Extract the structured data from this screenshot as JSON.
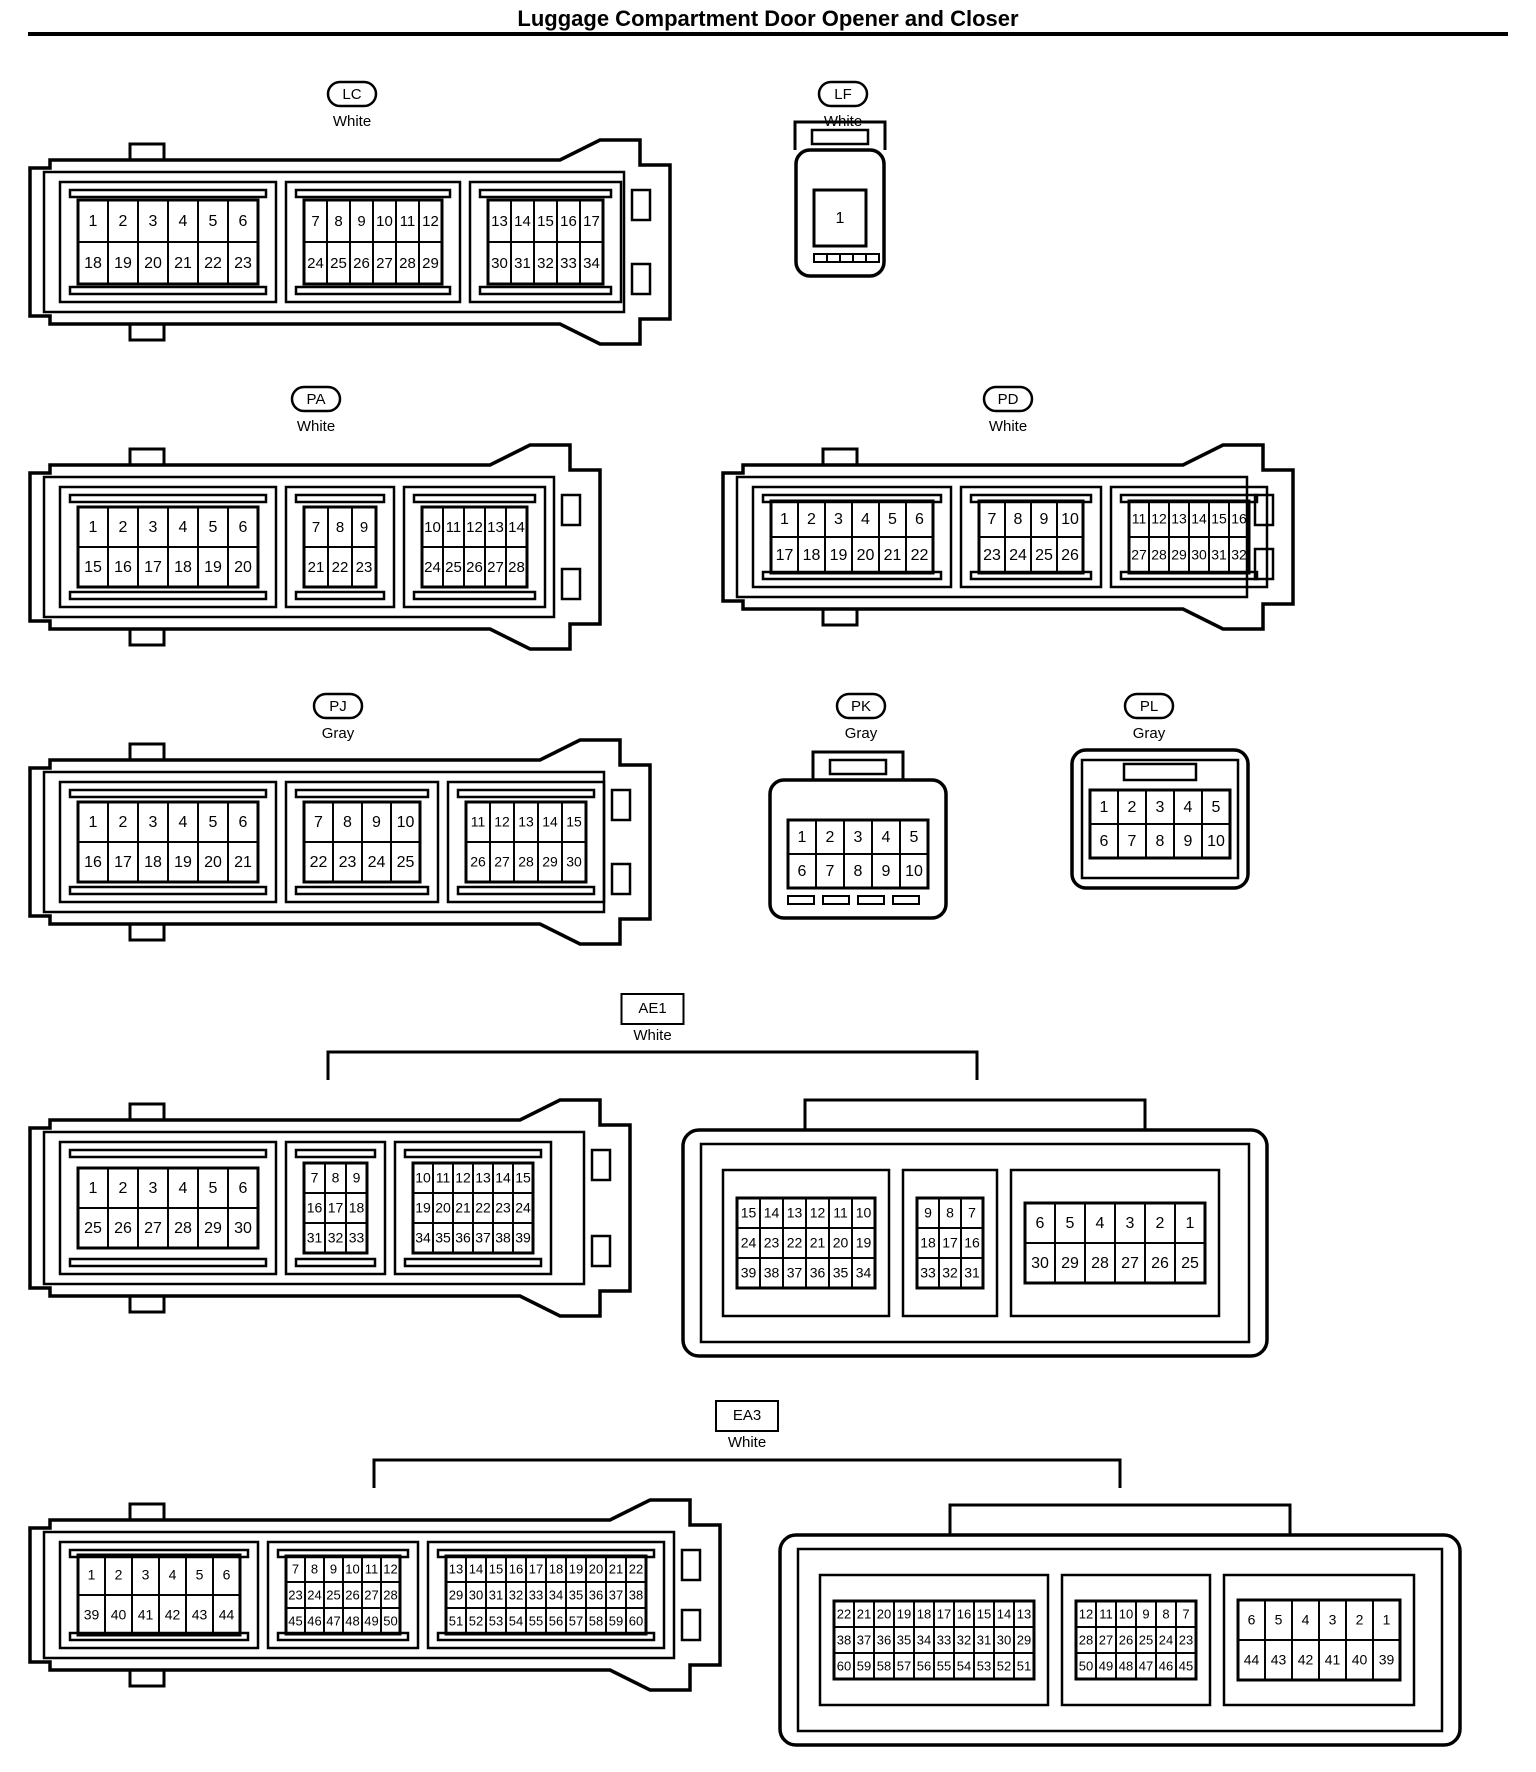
{
  "title": "Luggage Compartment Door Opener and Closer",
  "connectors": [
    {
      "id": "LC",
      "color": "White",
      "style": "oval",
      "groups": [
        [
          [
            "1",
            "2",
            "3",
            "4",
            "5",
            "6"
          ],
          [
            "18",
            "19",
            "20",
            "21",
            "22",
            "23"
          ]
        ],
        [
          [
            "7",
            "8",
            "9",
            "10",
            "11",
            "12"
          ],
          [
            "24",
            "25",
            "26",
            "27",
            "28",
            "29"
          ]
        ],
        [
          [
            "13",
            "14",
            "15",
            "16",
            "17"
          ],
          [
            "30",
            "31",
            "32",
            "33",
            "34"
          ]
        ]
      ]
    },
    {
      "id": "LF",
      "color": "White",
      "style": "oval",
      "groups": [
        [
          [
            "1"
          ]
        ]
      ]
    },
    {
      "id": "PA",
      "color": "White",
      "style": "oval",
      "groups": [
        [
          [
            "1",
            "2",
            "3",
            "4",
            "5",
            "6"
          ],
          [
            "15",
            "16",
            "17",
            "18",
            "19",
            "20"
          ]
        ],
        [
          [
            "7",
            "8",
            "9"
          ],
          [
            "21",
            "22",
            "23"
          ]
        ],
        [
          [
            "10",
            "11",
            "12",
            "13",
            "14"
          ],
          [
            "24",
            "25",
            "26",
            "27",
            "28"
          ]
        ]
      ]
    },
    {
      "id": "PD",
      "color": "White",
      "style": "oval",
      "groups": [
        [
          [
            "1",
            "2",
            "3",
            "4",
            "5",
            "6"
          ],
          [
            "17",
            "18",
            "19",
            "20",
            "21",
            "22"
          ]
        ],
        [
          [
            "7",
            "8",
            "9",
            "10"
          ],
          [
            "23",
            "24",
            "25",
            "26"
          ]
        ],
        [
          [
            "11",
            "12",
            "13",
            "14",
            "15",
            "16"
          ],
          [
            "27",
            "28",
            "29",
            "30",
            "31",
            "32"
          ]
        ]
      ]
    },
    {
      "id": "PJ",
      "color": "Gray",
      "style": "oval",
      "groups": [
        [
          [
            "1",
            "2",
            "3",
            "4",
            "5",
            "6"
          ],
          [
            "16",
            "17",
            "18",
            "19",
            "20",
            "21"
          ]
        ],
        [
          [
            "7",
            "8",
            "9",
            "10"
          ],
          [
            "22",
            "23",
            "24",
            "25"
          ]
        ],
        [
          [
            "11",
            "12",
            "13",
            "14",
            "15"
          ],
          [
            "26",
            "27",
            "28",
            "29",
            "30"
          ]
        ]
      ]
    },
    {
      "id": "PK",
      "color": "Gray",
      "style": "oval",
      "groups": [
        [
          [
            "1",
            "2",
            "3",
            "4",
            "5"
          ],
          [
            "6",
            "7",
            "8",
            "9",
            "10"
          ]
        ]
      ]
    },
    {
      "id": "PL",
      "color": "Gray",
      "style": "oval",
      "groups": [
        [
          [
            "1",
            "2",
            "3",
            "4",
            "5"
          ],
          [
            "6",
            "7",
            "8",
            "9",
            "10"
          ]
        ]
      ]
    },
    {
      "id": "AE1",
      "color": "White",
      "style": "box",
      "left_groups": [
        [
          [
            "1",
            "2",
            "3",
            "4",
            "5",
            "6"
          ],
          [
            "25",
            "26",
            "27",
            "28",
            "29",
            "30"
          ]
        ],
        [
          [
            "7",
            "8",
            "9"
          ],
          [
            "16",
            "17",
            "18"
          ],
          [
            "31",
            "32",
            "33"
          ]
        ],
        [
          [
            "10",
            "11",
            "12",
            "13",
            "14",
            "15"
          ],
          [
            "19",
            "20",
            "21",
            "22",
            "23",
            "24"
          ],
          [
            "34",
            "35",
            "36",
            "37",
            "38",
            "39"
          ]
        ]
      ],
      "right_groups": [
        [
          [
            "15",
            "14",
            "13",
            "12",
            "11",
            "10"
          ],
          [
            "24",
            "23",
            "22",
            "21",
            "20",
            "19"
          ],
          [
            "39",
            "38",
            "37",
            "36",
            "35",
            "34"
          ]
        ],
        [
          [
            "9",
            "8",
            "7"
          ],
          [
            "18",
            "17",
            "16"
          ],
          [
            "33",
            "32",
            "31"
          ]
        ],
        [
          [
            "6",
            "5",
            "4",
            "3",
            "2",
            "1"
          ],
          [
            "30",
            "29",
            "28",
            "27",
            "26",
            "25"
          ]
        ]
      ]
    },
    {
      "id": "EA3",
      "color": "White",
      "style": "box",
      "left_groups": [
        [
          [
            "1",
            "2",
            "3",
            "4",
            "5",
            "6"
          ],
          [
            "39",
            "40",
            "41",
            "42",
            "43",
            "44"
          ]
        ],
        [
          [
            "7",
            "8",
            "9",
            "10",
            "11",
            "12"
          ],
          [
            "23",
            "24",
            "25",
            "26",
            "27",
            "28"
          ],
          [
            "45",
            "46",
            "47",
            "48",
            "49",
            "50"
          ]
        ],
        [
          [
            "13",
            "14",
            "15",
            "16",
            "17",
            "18",
            "19",
            "20",
            "21",
            "22"
          ],
          [
            "29",
            "30",
            "31",
            "32",
            "33",
            "34",
            "35",
            "36",
            "37",
            "38"
          ],
          [
            "51",
            "52",
            "53",
            "54",
            "55",
            "56",
            "57",
            "58",
            "59",
            "60"
          ]
        ]
      ],
      "right_groups": [
        [
          [
            "22",
            "21",
            "20",
            "19",
            "18",
            "17",
            "16",
            "15",
            "14",
            "13"
          ],
          [
            "38",
            "37",
            "36",
            "35",
            "34",
            "33",
            "32",
            "31",
            "30",
            "29"
          ],
          [
            "60",
            "59",
            "58",
            "57",
            "56",
            "55",
            "54",
            "53",
            "52",
            "51"
          ]
        ],
        [
          [
            "12",
            "11",
            "10",
            "9",
            "8",
            "7"
          ],
          [
            "28",
            "27",
            "26",
            "25",
            "24",
            "23"
          ],
          [
            "50",
            "49",
            "48",
            "47",
            "46",
            "45"
          ]
        ],
        [
          [
            "6",
            "5",
            "4",
            "3",
            "2",
            "1"
          ],
          [
            "44",
            "43",
            "42",
            "41",
            "40",
            "39"
          ]
        ]
      ]
    }
  ]
}
